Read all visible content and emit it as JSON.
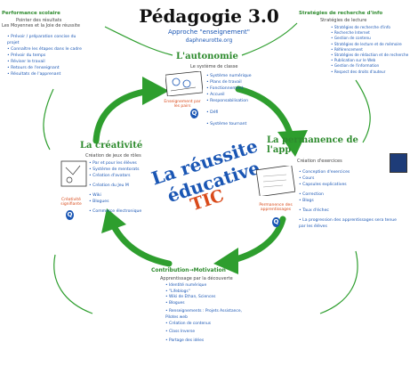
{
  "title": "Pédagogie 3.0",
  "subtitle": "Approche \"enseignement\"",
  "subtitle2": "daphneurotte.org",
  "center": {
    "line1": "La réussite",
    "line2": "éducative",
    "tic": "TIC"
  },
  "blocks": {
    "performance": {
      "title": "Performance scolaire",
      "sub1": "Pointer des résultats",
      "sub2": "Les Moyennes et la Joie de réussite",
      "items": [
        "Prévoir / préparation concise du projet",
        "Connaître les étapes dans le cadre",
        "Prévoir du temps",
        "Réviser le travail",
        "Retours de l'enseignant",
        "Résultats de l'apprenant"
      ]
    },
    "strategies": {
      "title": "Stratégies de recherche d'info",
      "sub": "Stratégies de lecture",
      "items": [
        "Stratégies de recherche d'info",
        "Recherche Internet",
        "Gestion de contenu",
        "Stratégies de lecture et de mémoire",
        "Référencement",
        "Stratégies de rédaction et de recherche",
        "Publication sur le Web",
        "Gestion de l'information",
        "Respect des droits d'auteur"
      ]
    },
    "autonomie": {
      "title": "L'autonomie",
      "sub": "Le système de classe",
      "items": [
        "Système numérique",
        "Plans de travail",
        "Fonctionnement",
        "Accueil",
        "Responsabilisation",
        "Défi",
        "Système tournant"
      ],
      "badge": "Enseignement par les pairs"
    },
    "creativite": {
      "title": "La créativité",
      "sub": "Création de jeux de rôles",
      "items": [
        "Par et pour les élèves",
        "Système de mentorats",
        "Création d'avatars",
        "Création du Jeu M",
        "Wiki",
        "Blogues",
        "Commerce électronique"
      ],
      "badge": "Créativité signifiante"
    },
    "permanence": {
      "title": "La permanence de l'app",
      "sub": "Création d'exercices",
      "items": [
        "Conception d'exercices",
        "Cours",
        "Capsules explicatives",
        "Correction",
        "Blogs",
        "Taux d'échec",
        "La progression des apprentissages sera tenue par les élèves"
      ],
      "badge": "Permanence des apprentissages"
    },
    "contribution": {
      "title": "Contribution→Motivation",
      "sub": "Apprentissage par la découverte",
      "items": [
        "Identité numérique",
        "\"Lifeblogs\"",
        "Wiki de Ethan, Sciences",
        "Blogues",
        "Renseignements : Projets Assistance, Pilotes web",
        "Création de contenus",
        "Class Inverse",
        "Partage des idées"
      ]
    }
  },
  "colors": {
    "arrow": "#2e9e2e",
    "heading": "#2e8b2e",
    "text": "#1a56b4",
    "tic": "#d94a1a"
  }
}
